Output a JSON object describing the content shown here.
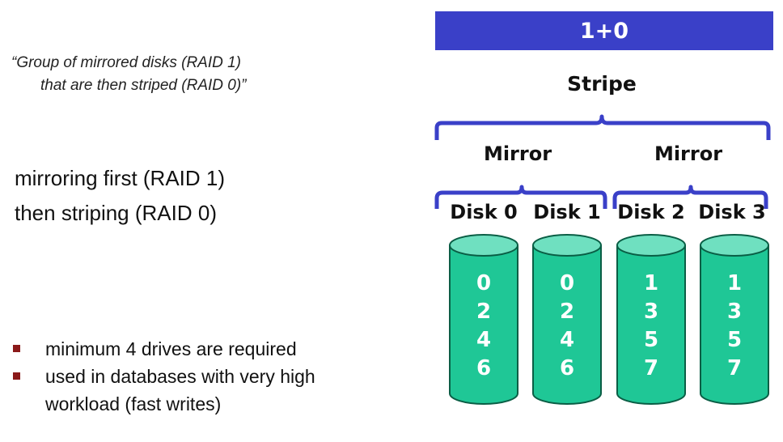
{
  "quote": {
    "line1": "“Group of mirrored disks (RAID 1)",
    "line2": "that are then striped (RAID 0)”"
  },
  "description": {
    "line1": "mirroring first (RAID 1)",
    "line2": "then striping (RAID 0)"
  },
  "bullets": [
    "minimum 4 drives are required",
    "used in databases with very high",
    "workload (fast writes)"
  ],
  "diagram": {
    "banner": "1+0",
    "stripe_label": "Stripe",
    "mirror_labels": [
      "Mirror",
      "Mirror"
    ],
    "disks": [
      {
        "label": "Disk 0",
        "blocks": [
          "0",
          "2",
          "4",
          "6"
        ]
      },
      {
        "label": "Disk 1",
        "blocks": [
          "0",
          "2",
          "4",
          "6"
        ]
      },
      {
        "label": "Disk 2",
        "blocks": [
          "1",
          "3",
          "5",
          "7"
        ]
      },
      {
        "label": "Disk 3",
        "blocks": [
          "1",
          "3",
          "5",
          "7"
        ]
      }
    ],
    "colors": {
      "banner": "#3a40c8",
      "bracket": "#3a40c8",
      "disk_body": "#1fc796",
      "disk_top": "#6fe0c0",
      "disk_outline": "#0a5e45",
      "bullet": "#8b1a1a"
    }
  }
}
